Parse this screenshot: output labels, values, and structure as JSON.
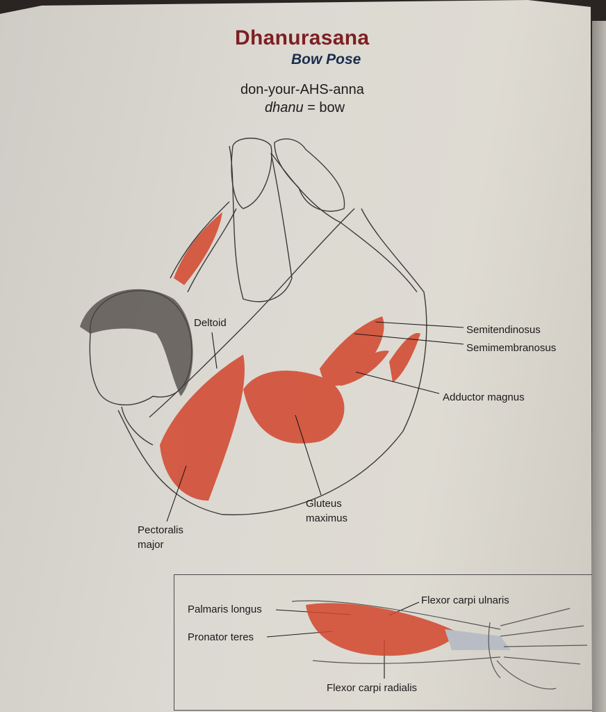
{
  "header": {
    "title": "Dhanurasana",
    "subtitle": "Bow Pose",
    "pronunciation": "don-your-AHS-anna",
    "meaning_term": "dhanu",
    "meaning_rest": " = bow"
  },
  "main_figure": {
    "labels": {
      "deltoid": "Deltoid",
      "semitendinosus": "Semitendinosus",
      "semimembranosus": "Semimembranosus",
      "adductor_magnus": "Adductor magnus",
      "gluteus_1": "Gluteus",
      "gluteus_2": "maximus",
      "pectoralis_1": "Pectoralis",
      "pectoralis_2": "major"
    }
  },
  "inset": {
    "labels": {
      "palmaris_longus": "Palmaris longus",
      "pronator_teres": "Pronator teres",
      "flexor_carpi_ulnaris": "Flexor carpi ulnaris",
      "flexor_carpi_radialis": "Flexor carpi radialis"
    }
  },
  "colors": {
    "title": "#7d1f22",
    "subtitle": "#1b2d4e",
    "muscle": "#d2452c"
  }
}
